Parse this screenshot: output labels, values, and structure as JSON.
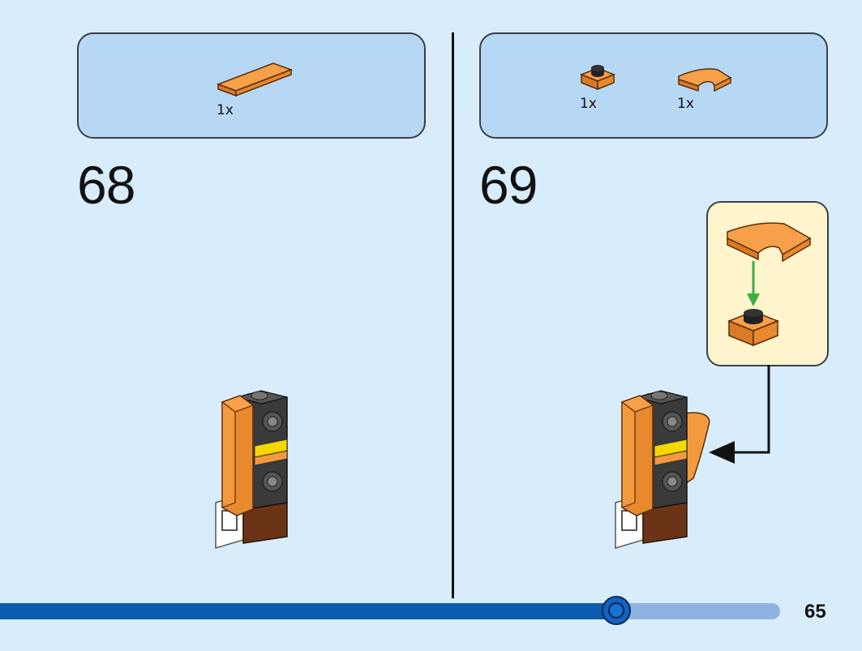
{
  "steps": [
    {
      "number": "68",
      "parts": [
        {
          "qty": "1x",
          "icon": "orange-tile-1x4-icon"
        }
      ]
    },
    {
      "number": "69",
      "parts": [
        {
          "qty": "1x",
          "icon": "orange-plate-1x1-with-stud-icon"
        },
        {
          "qty": "1x",
          "icon": "orange-curved-slope-icon"
        }
      ],
      "callout": {
        "icon": "sub-assembly-callout-icon"
      }
    }
  ],
  "footer": {
    "page_number": "65",
    "progress_fraction": 0.79
  },
  "colors": {
    "background": "#d8edfb",
    "parts_box": "#b6d8f5",
    "callout_box": "#fff4cc",
    "brick_orange": "#f39a3c",
    "brick_dark": "#3a3a3a",
    "brick_yellow": "#f5d800",
    "brick_brown": "#6b3416",
    "arrow_green": "#3cb043",
    "progress": "#0b5bb0"
  }
}
